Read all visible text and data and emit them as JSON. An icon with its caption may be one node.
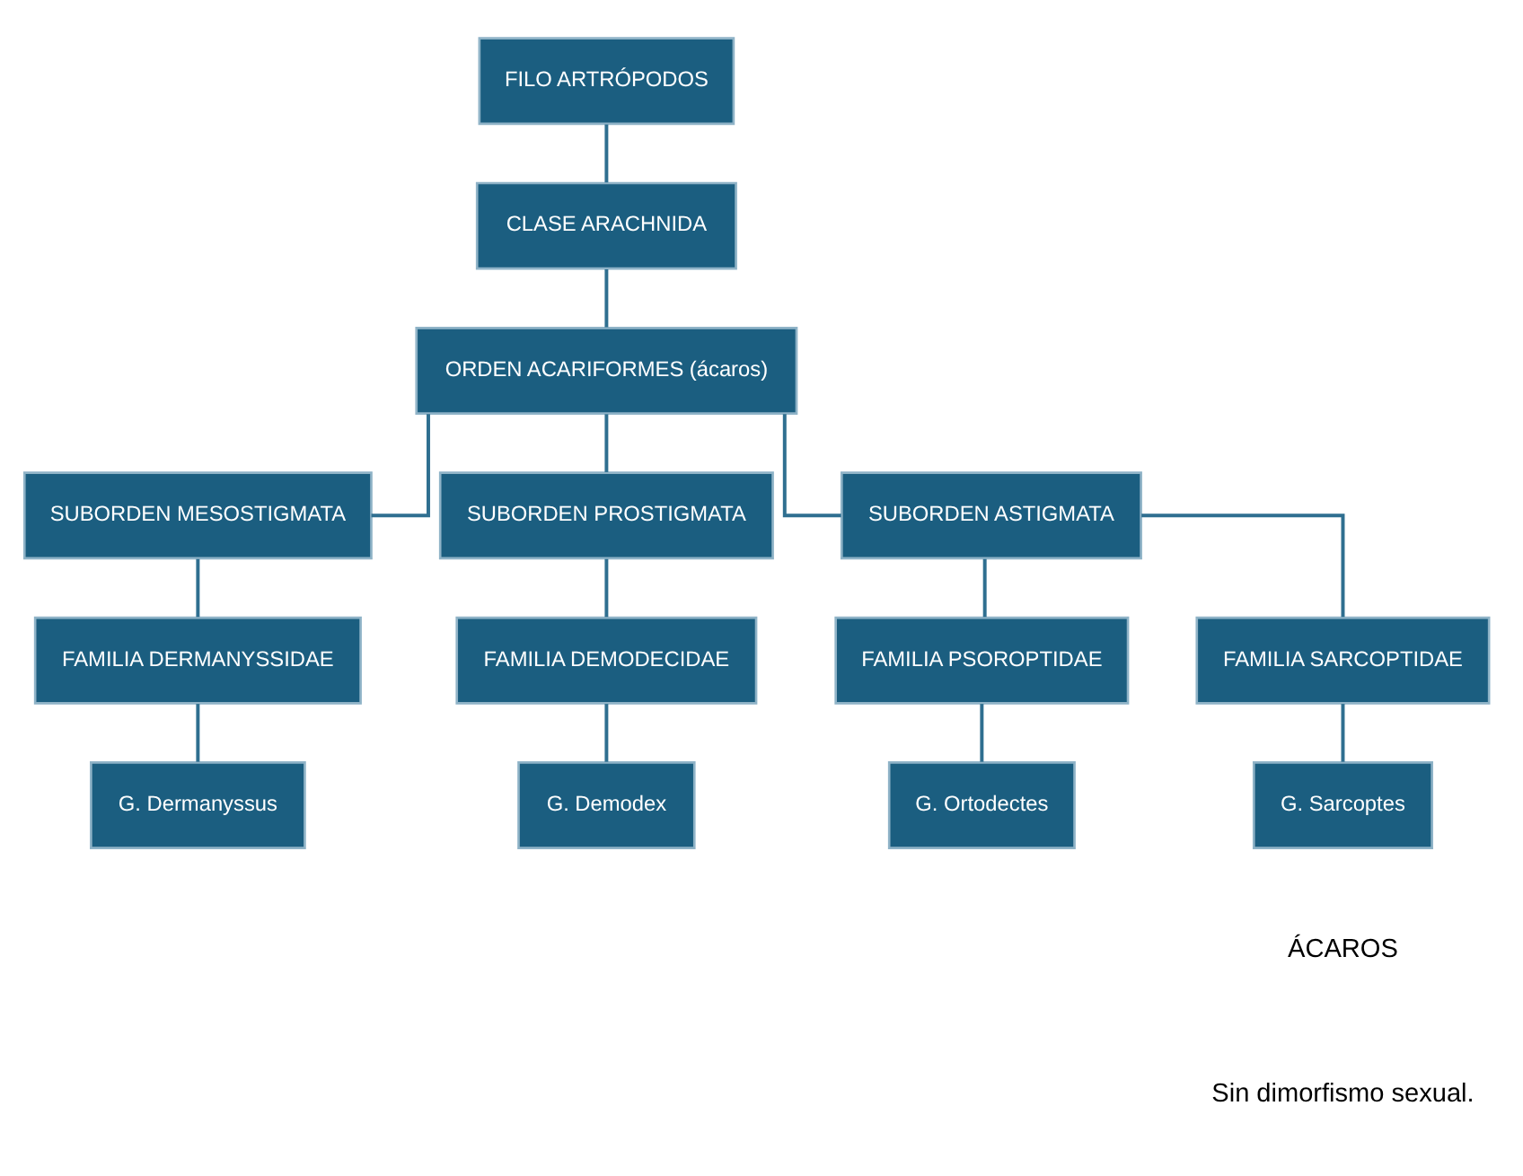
{
  "diagram": {
    "nodes": [
      {
        "text": [
          "FILO ARTRÓPODOS"
        ]
      },
      {
        "text": [
          "CLASE ARACHNIDA"
        ]
      },
      {
        "text": [
          "ORDEN ACARIFORMES (ácaros)"
        ]
      },
      {
        "text": [
          "SUBORDEN MESOSTIGMATA"
        ]
      },
      {
        "text": [
          "SUBORDEN PROSTIGMATA"
        ]
      },
      {
        "text": [
          "FAMILIA DERMANYSSIDAE"
        ]
      },
      {
        "text": [
          "FAMILIA DEMODECIDAE"
        ]
      },
      {
        "text": [
          "G. Dermanyssus"
        ]
      },
      {
        "text": [
          "G. Demodex"
        ]
      },
      {
        "text": [
          "SUBORDEN ASTIGMATA"
        ]
      },
      {
        "text": [
          "FAMILIA PSOROPTIDAE"
        ]
      },
      {
        "text": [
          "FAMILIA SARCOPTIDAE"
        ]
      },
      {
        "text": [
          "G. Ortodectes"
        ]
      },
      {
        "text": [
          "G. Sarcoptes"
        ]
      }
    ],
    "edges": [
      {
        "from": 0,
        "to": 1,
        "arrow": "none"
      },
      {
        "from": 1,
        "to": 2,
        "arrow": "none"
      },
      {
        "from": 2,
        "to": 3,
        "arrow": "none"
      },
      {
        "from": 2,
        "to": 4,
        "arrow": "none"
      },
      {
        "from": 3,
        "to": 5,
        "arrow": "none"
      },
      {
        "from": 5,
        "to": 7,
        "arrow": "none"
      },
      {
        "from": 4,
        "to": 6,
        "arrow": "none"
      },
      {
        "from": 6,
        "to": 8,
        "arrow": "none"
      },
      {
        "from": 2,
        "to": 9,
        "arrow": "none"
      },
      {
        "from": 9,
        "to": 10,
        "arrow": "none"
      },
      {
        "from": 9,
        "to": 11,
        "arrow": "none"
      },
      {
        "from": 10,
        "to": 12,
        "arrow": "none"
      },
      {
        "from": 11,
        "to": 13,
        "arrow": "none"
      }
    ],
    "labels": [
      "ÁCAROS",
      "Sin dimorfismo sexual."
    ]
  }
}
